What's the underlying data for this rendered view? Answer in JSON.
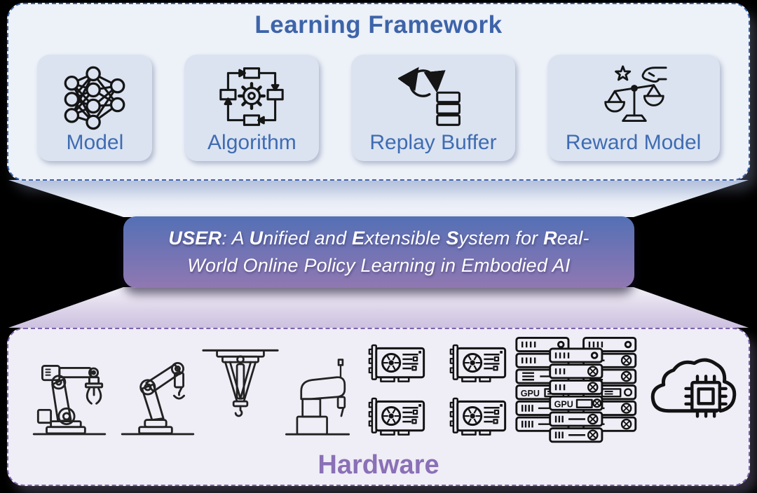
{
  "framework": {
    "title": "Learning Framework",
    "cards": [
      {
        "label": "Model",
        "icon": "neural-network-icon"
      },
      {
        "label": "Algorithm",
        "icon": "algorithm-cycle-icon"
      },
      {
        "label": "Replay Buffer",
        "icon": "replay-buffer-icon"
      },
      {
        "label": "Reward Model",
        "icon": "reward-scale-icon"
      }
    ]
  },
  "banner": {
    "full_text": "USER: A Unified and Extensible System for Real-World Online Policy Learning in Embodied AI",
    "lines": [
      [
        {
          "t": "USER",
          "b": true
        },
        {
          "t": ": A "
        },
        {
          "t": "U",
          "b": true
        },
        {
          "t": "nified and "
        },
        {
          "t": "E",
          "b": true
        },
        {
          "t": "xtensible "
        },
        {
          "t": "S",
          "b": true
        },
        {
          "t": "ystem for "
        },
        {
          "t": "R",
          "b": true
        },
        {
          "t": "eal-"
        }
      ],
      [
        {
          "t": "World Online Policy Learning in Embodied AI"
        }
      ]
    ]
  },
  "hardware": {
    "title": "Hardware",
    "server_gpu_label": "GPU",
    "icons": [
      "industrial-robot-arm-icon",
      "articulated-robot-arm-icon",
      "delta-robot-icon",
      "scara-robot-icon",
      "gpu-card-icon",
      "gpu-card-icon",
      "gpu-card-icon",
      "gpu-card-icon",
      "server-rack-icon",
      "cloud-chip-icon"
    ]
  },
  "colors": {
    "framework_title": "#3d64a9",
    "card_label": "#3f6cb2",
    "hardware_title": "#8a70b6",
    "banner_top": "#5470b5",
    "banner_bottom": "#9078b2",
    "framework_border": "#3c63a9",
    "hardware_border": "#7e62ac"
  }
}
